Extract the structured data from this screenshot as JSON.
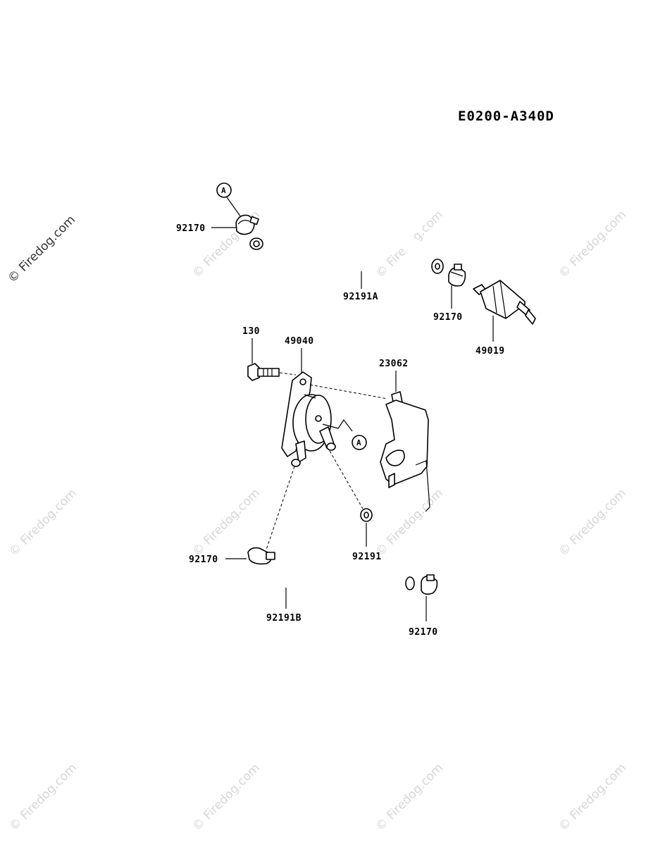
{
  "diagram": {
    "code": "E0200-A340D",
    "watermark": "© Firedog.com",
    "callout_letter": "A",
    "labels": {
      "clamp_upper_left": "92170",
      "hose_a": "92191A",
      "clamp_upper_right": "92170",
      "fuel_filter": "49019",
      "bolt": "130",
      "fuel_pump": "49040",
      "bracket": "23062",
      "hose": "92191",
      "clamp_lower_left": "92170",
      "hose_b": "92191B",
      "clamp_lower_right": "92170"
    }
  }
}
